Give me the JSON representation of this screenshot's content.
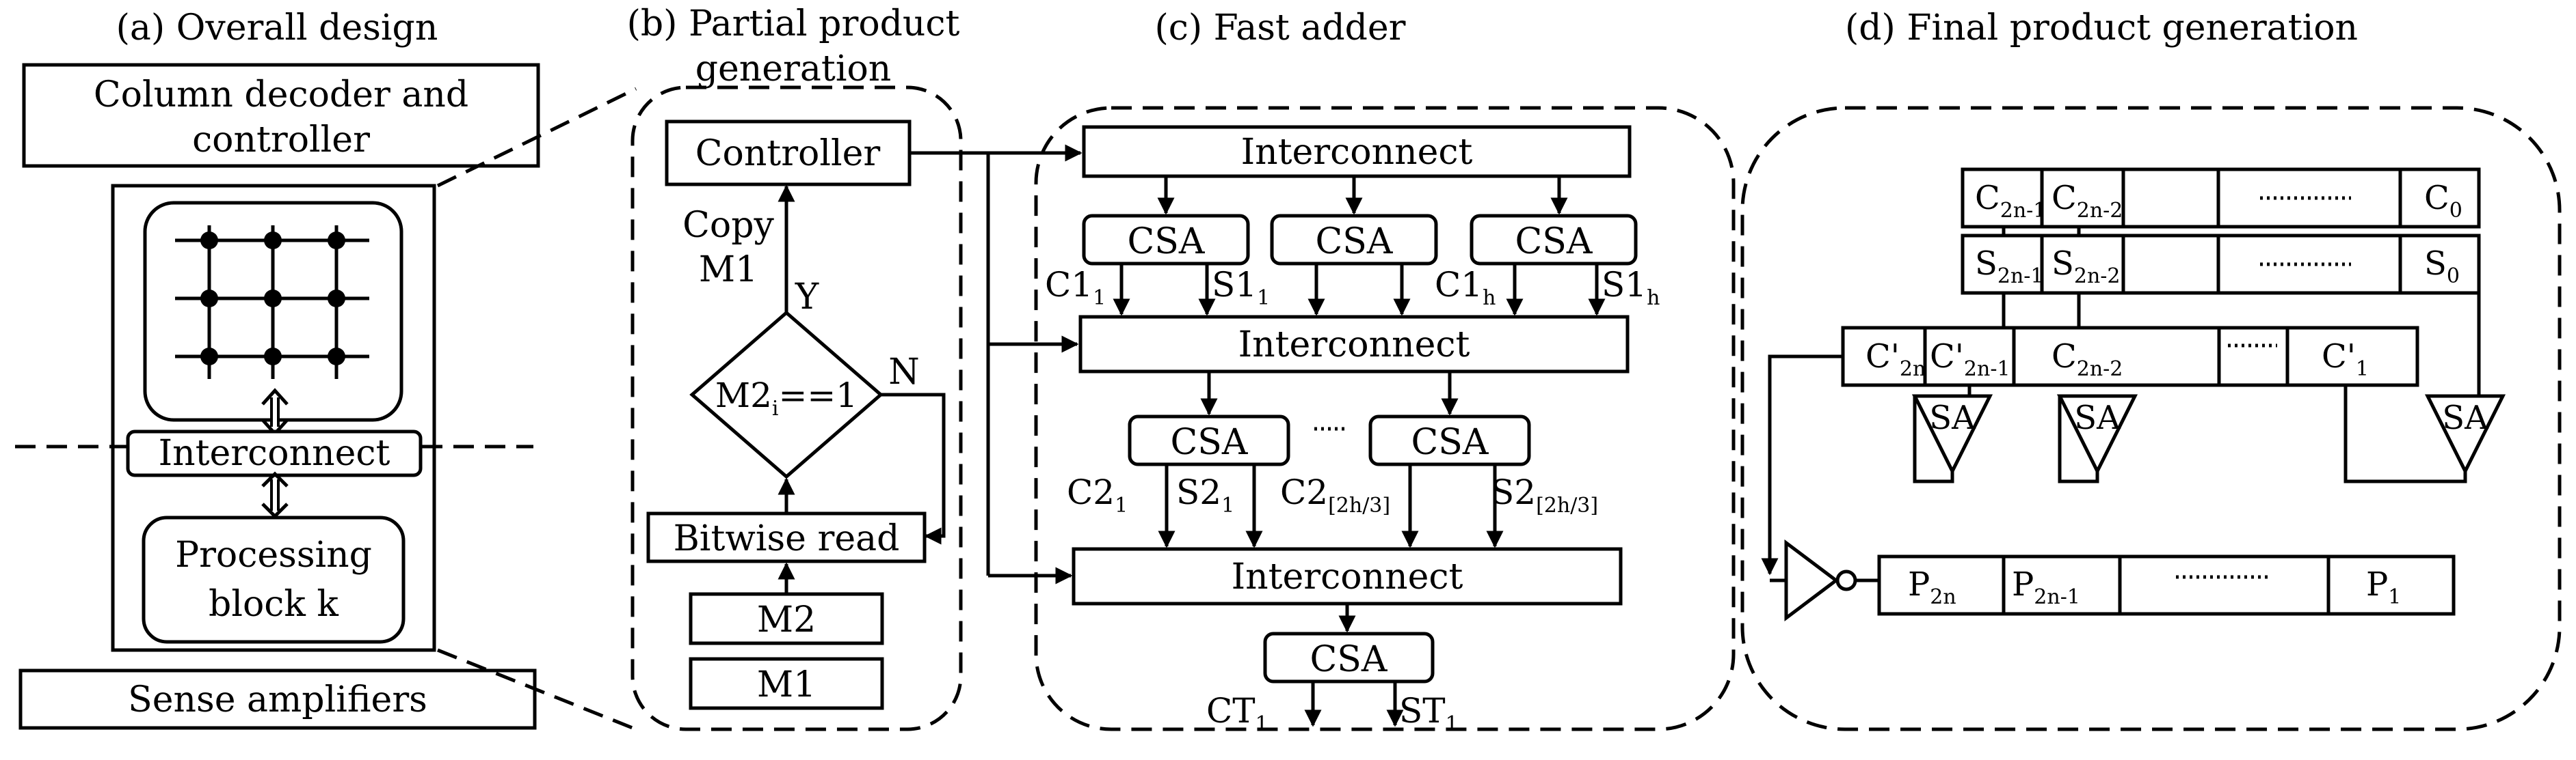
{
  "panels": {
    "a": {
      "title": "(a) Overall design",
      "decoder_line1": "Column decoder and",
      "decoder_line2": "controller",
      "interconnect": "Interconnect",
      "proc_line1": "Processing",
      "proc_line2": "block k",
      "sense": "Sense amplifiers"
    },
    "b": {
      "title_line1": "(b) Partial product",
      "title_line2": "generation",
      "controller": "Controller",
      "copy_line1": "Copy",
      "copy_line2": "M1",
      "yes": "Y",
      "no": "N",
      "decision_pre": "M2",
      "decision_sub": "i",
      "decision_post": "==1",
      "bitwise": "Bitwise read",
      "m2": "M2",
      "m1": "M1"
    },
    "c": {
      "title": "(c) Fast adder",
      "interconnect": "Interconnect",
      "csa": "CSA",
      "dots": "......",
      "c1_1": [
        "C1",
        "1"
      ],
      "s1_1": [
        "S1",
        "1"
      ],
      "c1_h": [
        "C1",
        "h"
      ],
      "s1_h": [
        "S1",
        "h"
      ],
      "c2_1": [
        "C2",
        "1"
      ],
      "s2_1": [
        "S2",
        "1"
      ],
      "c2_k": [
        "C2",
        "[2h/3]"
      ],
      "s2_k": [
        "S2",
        "[2h/3]"
      ],
      "ct1": [
        "CT",
        "1"
      ],
      "st1": [
        "ST",
        "1"
      ]
    },
    "d": {
      "title": "(d) Final product generation",
      "c_row": [
        [
          "C",
          "2n-1"
        ],
        [
          "C",
          "2n-2"
        ],
        [
          "C",
          "0"
        ]
      ],
      "s_row": [
        [
          "S",
          "2n-1"
        ],
        [
          "S",
          "2n-2"
        ],
        [
          "S",
          "0"
        ]
      ],
      "cp_row": [
        [
          "C'",
          "2n"
        ],
        [
          "C'",
          "2n-1"
        ],
        [
          "C",
          "2n-2"
        ],
        [
          "C'",
          "1"
        ]
      ],
      "sa": "SA",
      "p_row": [
        [
          "P",
          "2n"
        ],
        [
          "P",
          "2n-1"
        ],
        [
          "P",
          "1"
        ]
      ]
    }
  }
}
